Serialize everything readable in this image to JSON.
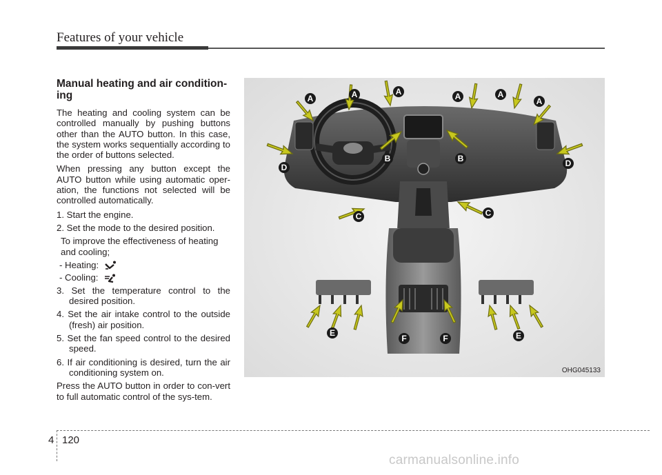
{
  "header": {
    "title": "Features of your vehicle"
  },
  "content": {
    "heading": "Manual heating and air condition-ing",
    "intro": "The heating and cooling system can be controlled manually by pushing buttons other than the AUTO button. In this case, the system works sequentially according to the order of buttons selected.",
    "note": "When pressing any button except the AUTO button while using automatic oper-ation, the functions not selected will be controlled automatically.",
    "step1": "1. Start the engine.",
    "step2": "2. Set the mode to the desired position.",
    "step2_detail": "To improve the effectiveness of heating and cooling;",
    "heating_label": "- Heating:",
    "cooling_label": "- Cooling:",
    "step3": "3. Set the temperature control to the desired position.",
    "step4": "4. Set the air intake control to the outside (fresh) air position.",
    "step5": "5. Set the fan speed control to the desired speed.",
    "step6": "6. If air conditioning is desired, turn the air conditioning system on.",
    "closing": "Press the AUTO button in order to con-vert to full automatic control of the sys-tem."
  },
  "figure": {
    "code": "OHG045133",
    "labels": [
      "A",
      "A",
      "A",
      "A",
      "A",
      "A",
      "B",
      "B",
      "C",
      "C",
      "D",
      "D",
      "E",
      "E",
      "F",
      "F"
    ],
    "icons": [
      "heating-mode-icon",
      "cooling-mode-icon"
    ],
    "colors": {
      "arrow": "#c8c81e",
      "label_bg": "#1a1a1a",
      "label_text": "#ffffff"
    }
  },
  "footer": {
    "chapter": "4",
    "page": "120"
  },
  "watermark": "carmanualsonline.info"
}
